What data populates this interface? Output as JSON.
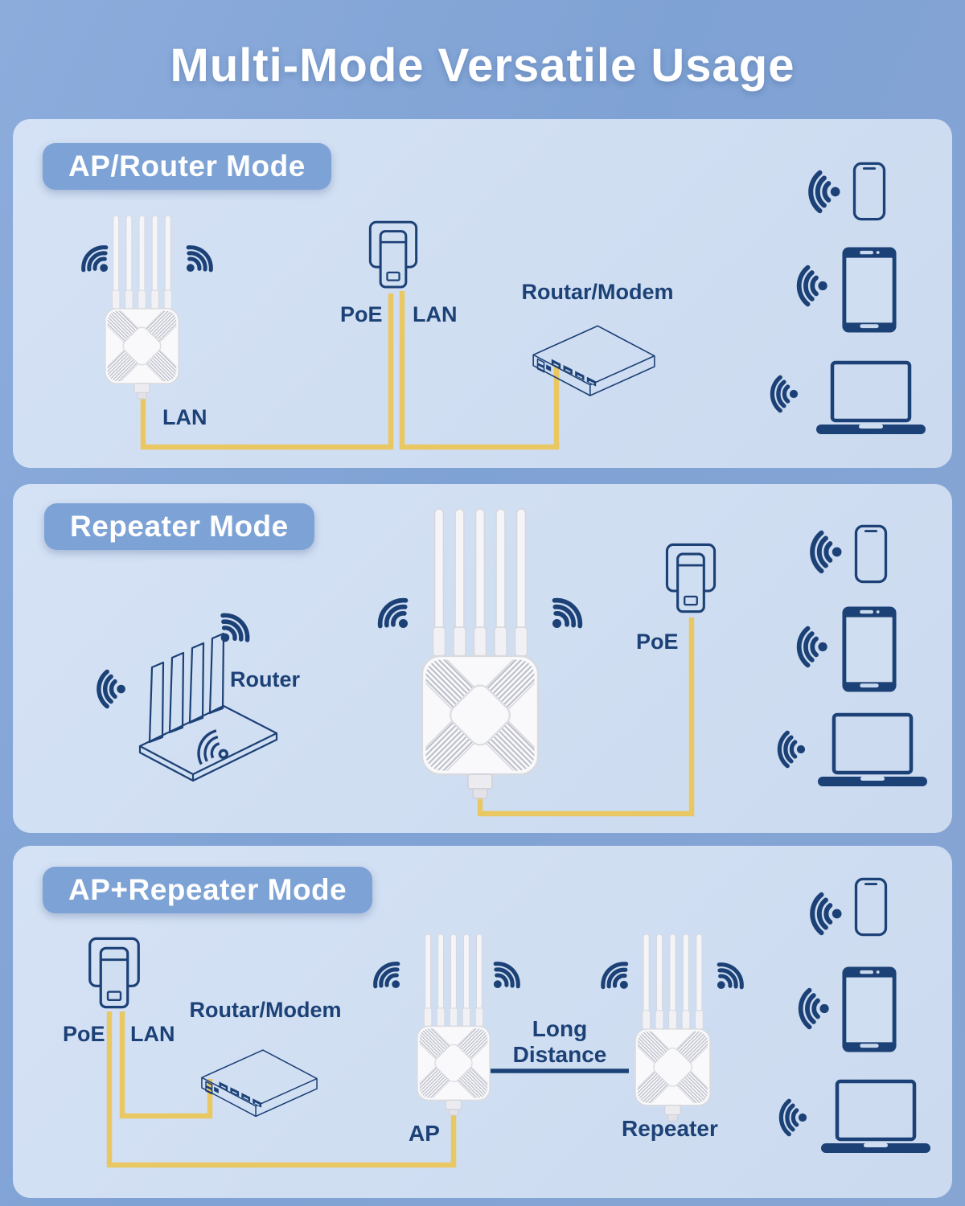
{
  "title": "Multi-Mode Versatile Usage",
  "colors": {
    "navy": "#1c4176",
    "cable_yellow": "#e9c763",
    "panel_bg": "#cfdef1",
    "badge_bg": "#7da2d5",
    "background_blue": "#7fa2d4",
    "device_body_white": "#f8f8fa"
  },
  "panels": [
    {
      "badge": "AP/Router Mode",
      "labels": {
        "ap_cable": "LAN",
        "poe": "PoE",
        "lan": "LAN",
        "modem": "Routar/Modem"
      }
    },
    {
      "badge": "Repeater Mode",
      "labels": {
        "router": "Router",
        "poe": "PoE"
      }
    },
    {
      "badge": "AP+Repeater Mode",
      "labels": {
        "poe": "PoE",
        "lan": "LAN",
        "modem": "Routar/Modem",
        "ap": "AP",
        "long_line1": "Long",
        "long_line2": "Distance",
        "repeater": "Repeater"
      }
    }
  ]
}
